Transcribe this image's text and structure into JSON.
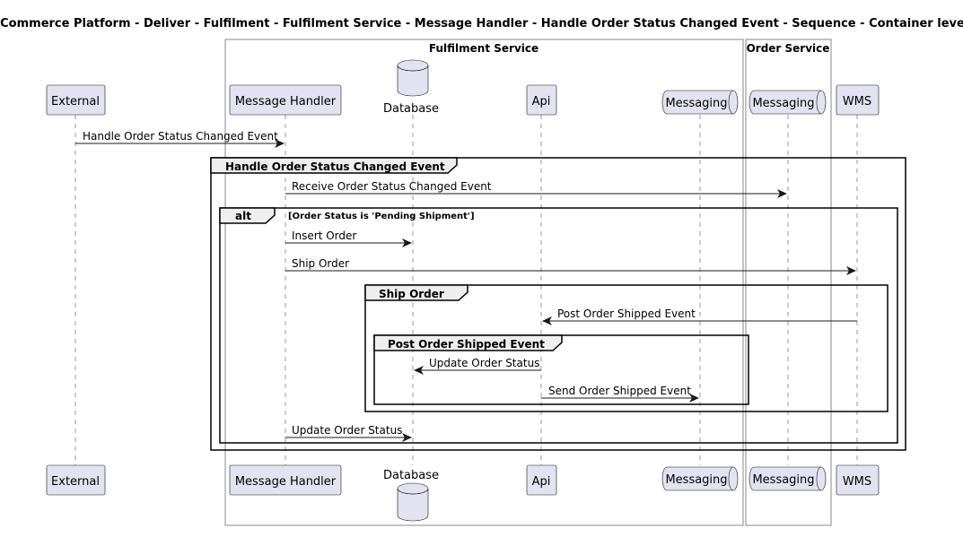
{
  "diagram": {
    "title": "E Commerce Platform - Deliver - Fulfilment - Fulfilment Service - Message Handler - Handle Order Status Changed Event - Sequence - Container level",
    "boxes": {
      "fulfilment": "Fulfilment Service",
      "order": "Order Service"
    },
    "participants": {
      "external": "External",
      "message_handler": "Message Handler",
      "database": "Database",
      "api": "Api",
      "messaging_fulfilment": "Messaging",
      "messaging_order": "Messaging",
      "wms": "WMS"
    },
    "messages": {
      "m1": "Handle Order Status Changed Event",
      "m2": "Receive Order Status Changed Event",
      "m3": "Insert Order",
      "m4": "Ship Order",
      "m5": "Post Order Shipped Event",
      "m6": "Update Order Status",
      "m7": "Send Order Shipped Event",
      "m8": "Update Order Status"
    },
    "fragments": {
      "group1": "Handle Order Status Changed Event",
      "alt": "alt",
      "alt_guard": "[Order Status is 'Pending Shipment']",
      "group2": "Ship Order",
      "group3": "Post Order Shipped Event"
    }
  }
}
